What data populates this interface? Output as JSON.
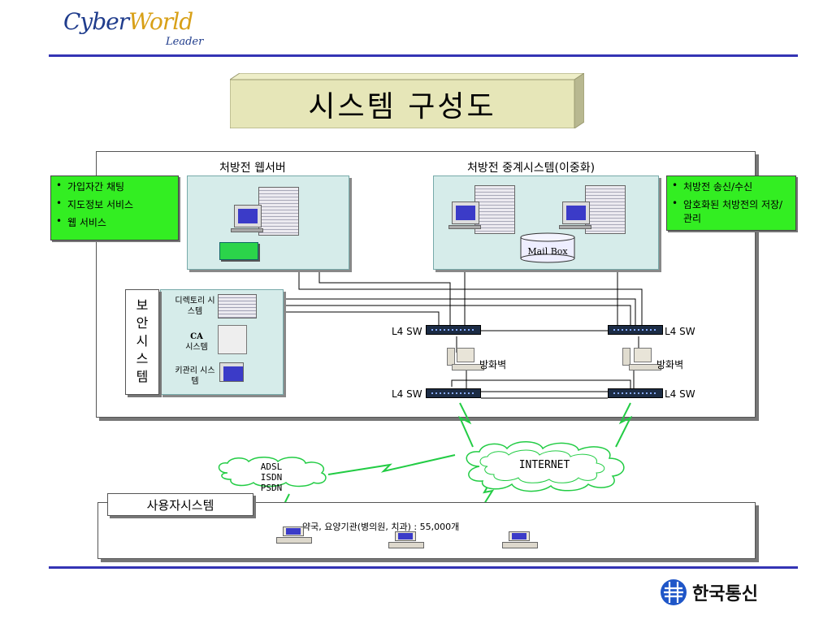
{
  "header": {
    "logo_cyber": "Cyber",
    "logo_world": "World",
    "logo_leader": "Leader"
  },
  "title": "시스템 구성도",
  "web_server": {
    "label": "처방전 웹서버"
  },
  "relay_system": {
    "label": "처방전 중계시스템(이중화)",
    "mailbox": "Mail Box"
  },
  "left_callout": {
    "bullet": "•",
    "items": [
      "가입자간 채팅",
      "지도정보 서비스",
      "웹 서비스"
    ]
  },
  "right_callout": {
    "bullet": "•",
    "items": [
      "처방전 송신/수신",
      "암호화된 처방전의 저장/관리"
    ]
  },
  "security": {
    "label_chars": [
      "보",
      "안",
      "시",
      "스",
      "템"
    ],
    "directory": "디렉토리 시스템",
    "ca_title": "CA",
    "ca_sub": "시스템",
    "key": "키관리 시스템"
  },
  "network": {
    "l4_switch": "L4 SW",
    "firewall": "방화벽",
    "internet": "INTERNET",
    "access_lines": [
      "ADSL",
      "ISDN",
      "PSDN"
    ]
  },
  "users": {
    "label": "사용자시스템",
    "description": "약국, 요양기관(병의원, 치과) : 55,000개"
  },
  "footer": {
    "company": "한국통신"
  },
  "colors": {
    "accent_rule": "#3434b4",
    "callout_green": "#33ee22",
    "panel_teal": "#d6ecea",
    "link_green": "#22cc44"
  }
}
